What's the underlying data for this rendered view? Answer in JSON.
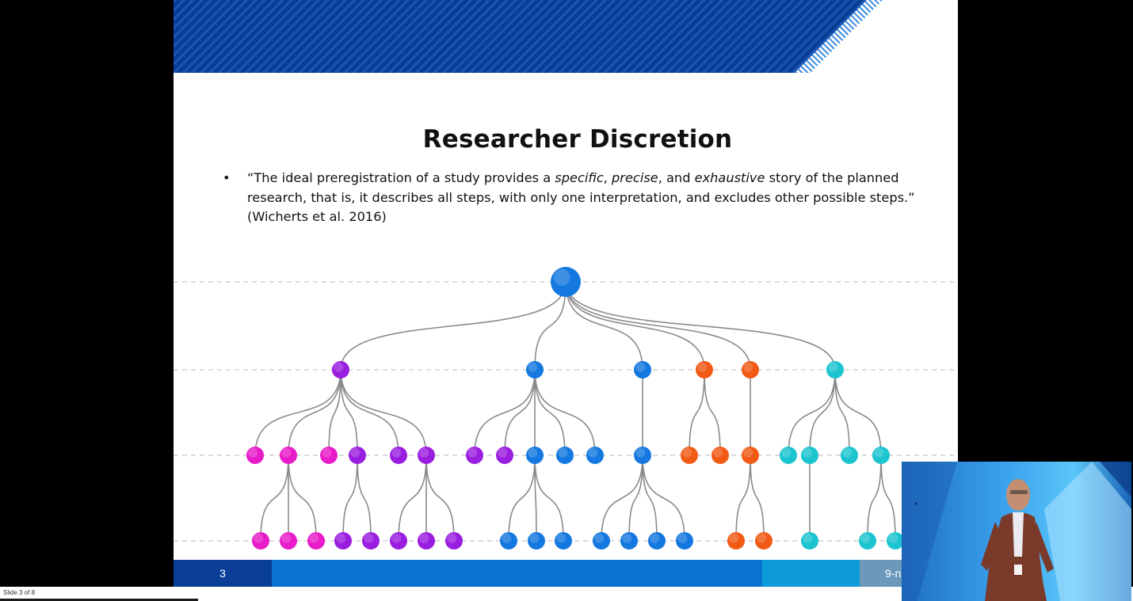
{
  "slide": {
    "title": "Researcher Discretion",
    "bullet_marker": "•",
    "quote": {
      "part1": "“The ideal preregistration of a study provides a ",
      "em1": "specific",
      "sep1": ", ",
      "em2": "precise",
      "sep2": ", and ",
      "em3": "exhaustive",
      "part2": " story of the planned research, that is, it describes all steps, with only one interpretation, and excludes other possible steps.” (Wicherts et al. 2016)"
    },
    "footer": {
      "slide_number": "3",
      "right_text": "9-n"
    }
  },
  "status_bar": {
    "text": "Slide 3 of 8"
  },
  "colors": {
    "root": "#1478e0",
    "blue": "#1478e0",
    "purple": "#9a1ee0",
    "magenta": "#e81cc8",
    "orange": "#f05a14",
    "cyan": "#1cc4d0",
    "header_dark": "#0a3e96",
    "footer_dark": "#0a3e96",
    "footer_mid": "#0a72d2",
    "footer_light": "#0c9ad8",
    "footer_gray": "#6c98bc"
  },
  "tree": {
    "levels": 4,
    "root": {
      "color": "root",
      "children": [
        {
          "color": "purple",
          "children": [
            {
              "color": "magenta",
              "children": []
            },
            {
              "color": "magenta",
              "children": [
                {
                  "color": "magenta",
                  "children": []
                },
                {
                  "color": "magenta",
                  "children": []
                },
                {
                  "color": "magenta",
                  "children": []
                }
              ]
            },
            {
              "color": "magenta",
              "children": []
            },
            {
              "color": "purple",
              "children": [
                {
                  "color": "purple",
                  "children": []
                },
                {
                  "color": "purple",
                  "children": []
                }
              ]
            },
            {
              "color": "purple",
              "children": []
            },
            {
              "color": "purple",
              "children": [
                {
                  "color": "purple",
                  "children": []
                },
                {
                  "color": "purple",
                  "children": []
                },
                {
                  "color": "purple",
                  "children": []
                }
              ]
            }
          ]
        },
        {
          "color": "blue",
          "children": [
            {
              "color": "purple",
              "children": []
            },
            {
              "color": "purple",
              "children": []
            },
            {
              "color": "blue",
              "children": [
                {
                  "color": "blue",
                  "children": []
                },
                {
                  "color": "blue",
                  "children": []
                },
                {
                  "color": "blue",
                  "children": []
                }
              ]
            },
            {
              "color": "blue",
              "children": []
            },
            {
              "color": "blue",
              "children": []
            }
          ]
        },
        {
          "color": "blue",
          "children": [
            {
              "color": "blue",
              "children": [
                {
                  "color": "blue",
                  "children": []
                },
                {
                  "color": "blue",
                  "children": []
                },
                {
                  "color": "blue",
                  "children": []
                },
                {
                  "color": "blue",
                  "children": []
                }
              ]
            }
          ]
        },
        {
          "color": "orange",
          "children": [
            {
              "color": "orange",
              "children": []
            },
            {
              "color": "orange",
              "children": []
            }
          ]
        },
        {
          "color": "orange",
          "children": [
            {
              "color": "orange",
              "children": [
                {
                  "color": "orange",
                  "children": []
                },
                {
                  "color": "orange",
                  "children": []
                }
              ]
            }
          ]
        },
        {
          "color": "cyan",
          "children": [
            {
              "color": "cyan",
              "children": []
            },
            {
              "color": "cyan",
              "children": [
                {
                  "color": "cyan",
                  "children": []
                }
              ]
            },
            {
              "color": "cyan",
              "children": []
            },
            {
              "color": "cyan",
              "children": [
                {
                  "color": "cyan",
                  "children": []
                },
                {
                  "color": "cyan",
                  "children": []
                }
              ]
            }
          ]
        }
      ]
    }
  }
}
